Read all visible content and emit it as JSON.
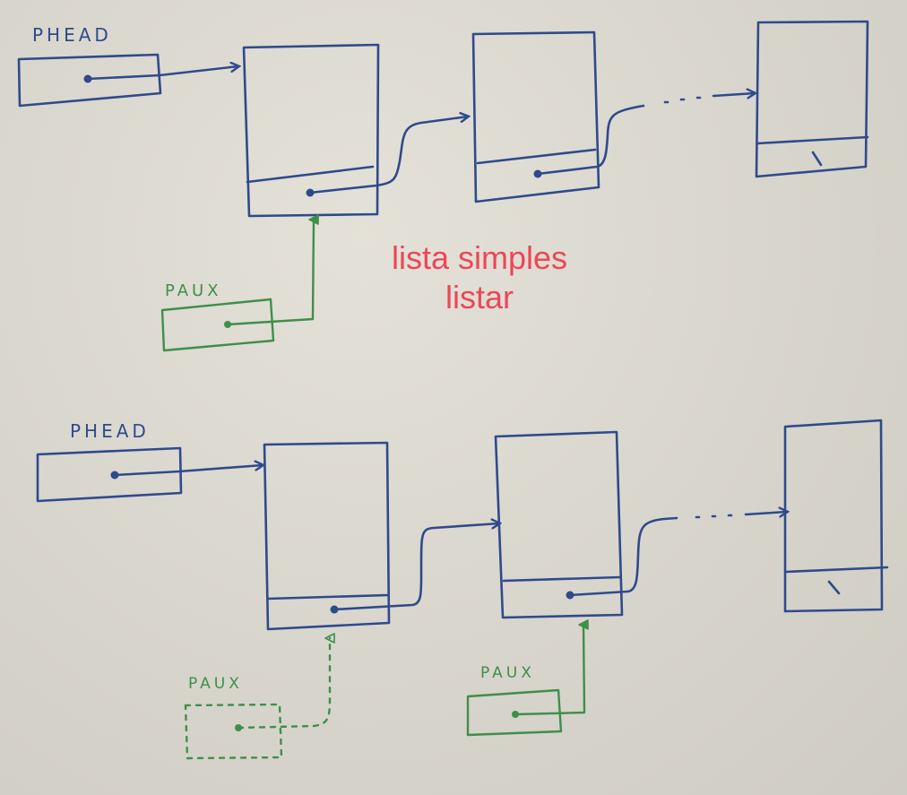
{
  "diagram": {
    "caption": {
      "line1": "lista simples",
      "line2": "listar",
      "color": "#ec4756"
    },
    "labels": {
      "phead_top": "PHEAD",
      "paux_top": "PAUX",
      "phead_bottom": "PHEAD",
      "paux_bottom_dashed": "PAUX",
      "paux_bottom_solid": "PAUX"
    },
    "colors": {
      "pointer_ink": "#2f4a8c",
      "aux_ink": "#3e8f4a",
      "background": "#dcd9d0"
    }
  }
}
